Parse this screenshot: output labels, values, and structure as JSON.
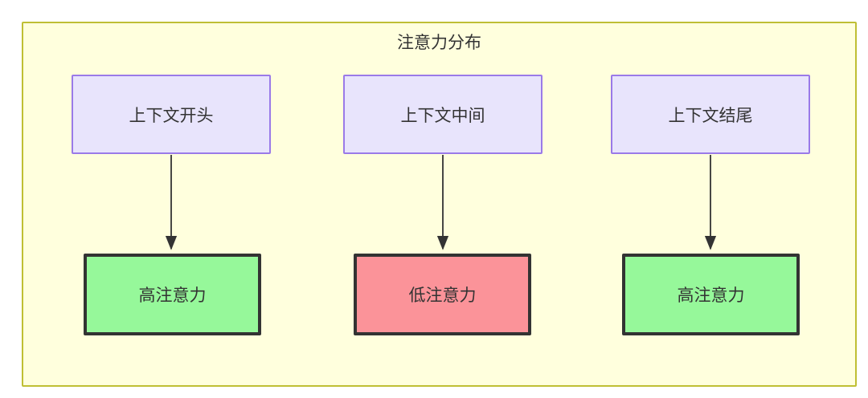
{
  "diagram": {
    "title": "注意力分布",
    "container": {
      "fill": "#ffffdd",
      "stroke": "#bfbf34"
    },
    "palette": {
      "context_fill": "#e8e4fc",
      "context_stroke": "#9a7ae8",
      "high_attention_fill": "#96f89a",
      "low_attention_fill": "#fb9399",
      "attention_stroke": "#333333",
      "edge_stroke": "#333333",
      "text": "#333333"
    },
    "nodes": {
      "context_start": "上下文开头",
      "context_middle": "上下文中间",
      "context_end": "上下文结尾",
      "attention_start": "高注意力",
      "attention_middle": "低注意力",
      "attention_end": "高注意力"
    },
    "edges": [
      {
        "from": "context_start",
        "to": "attention_start",
        "label": ""
      },
      {
        "from": "context_middle",
        "to": "attention_middle",
        "label": ""
      },
      {
        "from": "context_end",
        "to": "attention_end",
        "label": ""
      }
    ]
  }
}
